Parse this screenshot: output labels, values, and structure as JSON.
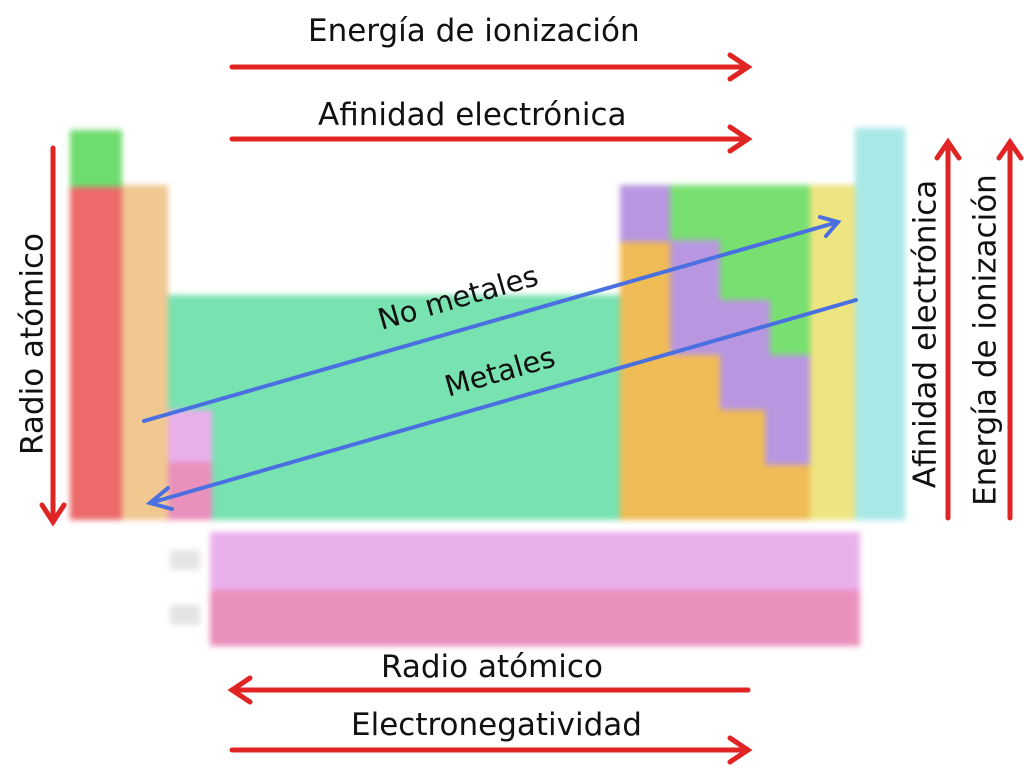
{
  "title_labels": {
    "top_1": "Energía de ionización",
    "top_2": "Afinidad electrónica",
    "bottom_1": "Radio atómico",
    "bottom_2": "Electronegatividad",
    "left": "Radio atómico",
    "right_1": "Afinidad electrónica",
    "right_2": "Energía de ionización",
    "diag_upper": "No metales",
    "diag_lower": "Metales"
  },
  "arrows": [
    {
      "name": "ionization-energy-horizontal",
      "direction": "right"
    },
    {
      "name": "electron-affinity-horizontal",
      "direction": "right"
    },
    {
      "name": "atomic-radius-horizontal",
      "direction": "left"
    },
    {
      "name": "electronegativity-horizontal",
      "direction": "right"
    },
    {
      "name": "atomic-radius-vertical",
      "direction": "down"
    },
    {
      "name": "electron-affinity-vertical",
      "direction": "up"
    },
    {
      "name": "ionization-energy-vertical",
      "direction": "up"
    },
    {
      "name": "nonmetals-diagonal",
      "direction": "up-right"
    },
    {
      "name": "metals-diagonal",
      "direction": "down-left"
    }
  ],
  "colors": {
    "arrow_red": "#e02424",
    "arrow_blue": "#4a6fe0",
    "hydrogen": "#6edc6e",
    "alkali": "#ec6a6a",
    "alkaline_earth": "#f0c890",
    "transition": "#78e2b0",
    "post_transition": "#f0bc55",
    "metalloid": "#b897e0",
    "nonmetal": "#78e070",
    "halogen": "#eee480",
    "noble_gas": "#a8e8e6",
    "lanthanide": "#eab0ec",
    "actinide": "#ea90bc"
  }
}
